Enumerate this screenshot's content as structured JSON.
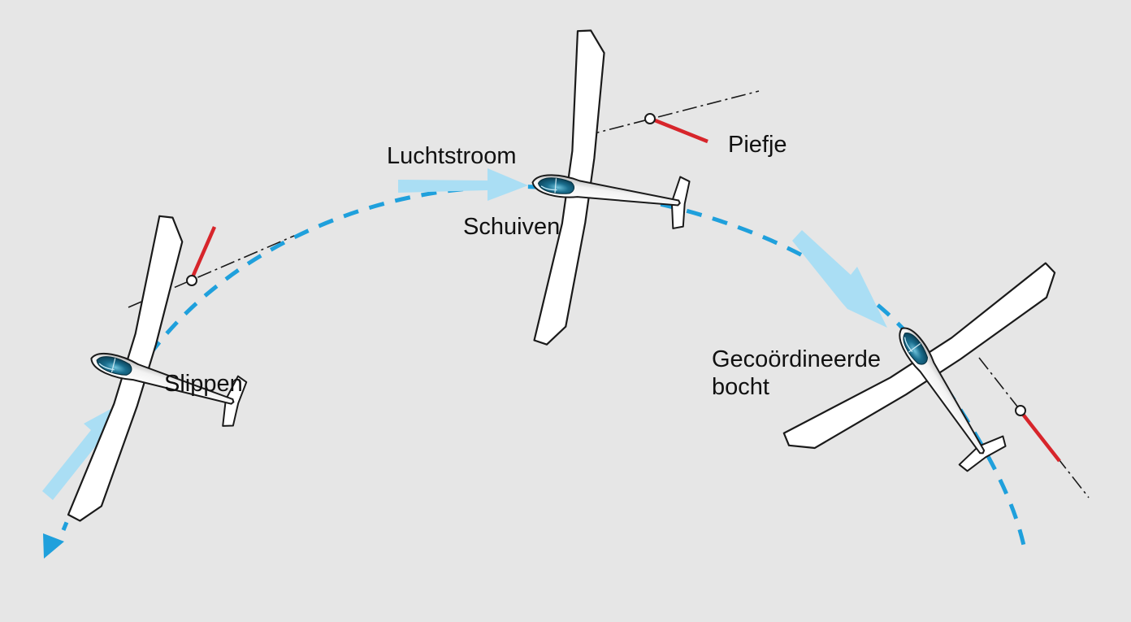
{
  "labels": {
    "airflow": "Luchtstroom",
    "yaw_string": "Piefje",
    "slip": "Slippen",
    "skid": "Schuiven",
    "coordinated_turn": "Gecoördineerde\nbocht"
  },
  "colors": {
    "background": "#e6e6e6",
    "flight_path": "#1fa0dc",
    "airflow_arrow": "#aadef4",
    "yaw_string": "#d7252b",
    "glider_body": "#ffffff",
    "glider_outline": "#1a1a1a",
    "canopy": "#0e5a78",
    "text": "#111111"
  },
  "icons": {
    "glider": "glider-top-view-icon",
    "yaw_string_pivot": "yaw-string-pivot-icon",
    "airflow": "airflow-arrow-icon",
    "path_end": "path-arrowhead-icon"
  }
}
